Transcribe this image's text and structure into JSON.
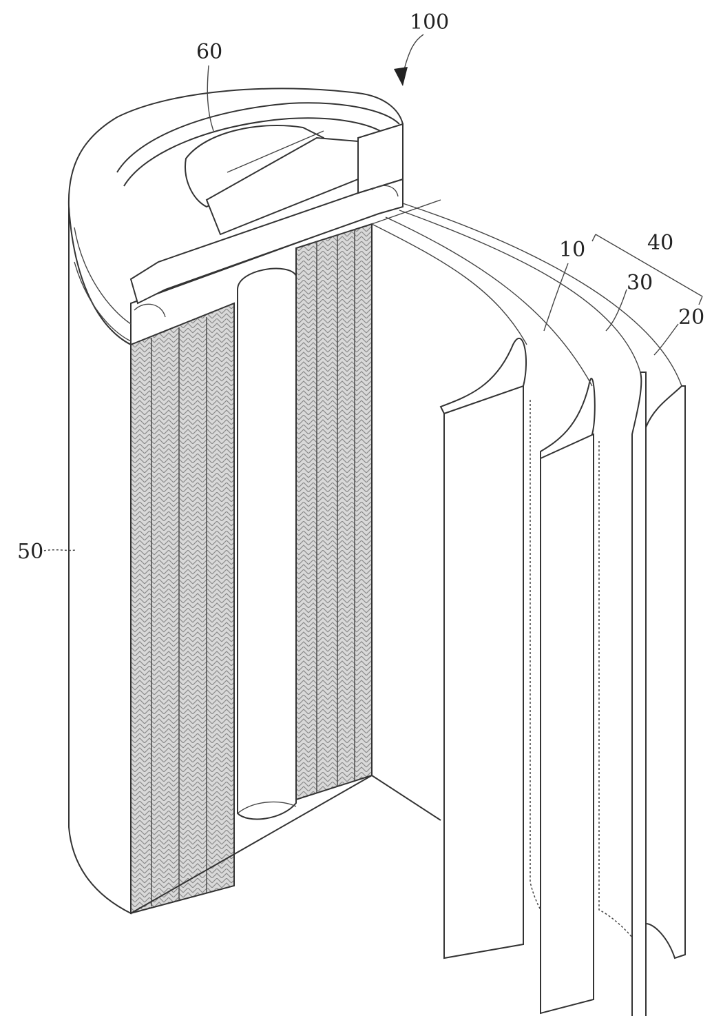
{
  "figure": {
    "ref_labels": {
      "battery": "100",
      "cap_assembly": "60",
      "electrode_assembly": "40",
      "negative_electrode": "10",
      "separator": "30",
      "positive_electrode": "20",
      "case": "50"
    }
  }
}
